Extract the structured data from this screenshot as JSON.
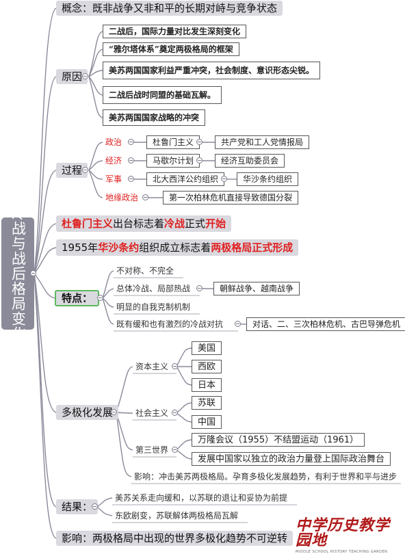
{
  "root": "冷战与战后格局变化",
  "concept": "概念：既非战争又非和平的长期对峙与竞争状态",
  "causes": {
    "label": "原因",
    "items": [
      "二战后，国际力量对比发生深刻变化",
      "“雅尔塔体系”奠定两极格局的框架",
      "美苏两国国家利益严重冲突，社会制度、意识形态尖锐。",
      "二战后战时同盟的基础瓦解。",
      "美苏两国国家战略的冲突"
    ]
  },
  "process": {
    "label": "过程",
    "rows": [
      {
        "cat": "政治",
        "a": "杜鲁门主义",
        "b": "共产党和工人党情报局"
      },
      {
        "cat": "经济",
        "a": "马歇尔计划",
        "b": "经济互助委员会"
      },
      {
        "cat": "军事",
        "a": "北大西洋公约组织",
        "b": "华沙条约组织"
      },
      {
        "cat": "地缘政治",
        "a": "第一次柏林危机直接导致德国分裂",
        "b": ""
      }
    ]
  },
  "truman": {
    "p1": "杜鲁门主义",
    "p2": "出台标志着",
    "p3": "冷战",
    "p4": "正式",
    "p5": "开始"
  },
  "warsaw": {
    "p1": "1955年",
    "p2": "华沙条约",
    "p3": "组织成立标志着",
    "p4": "两极格局正式形成"
  },
  "features": {
    "label": "特点：",
    "items": [
      {
        "text": "不对称、不完全",
        "sub": ""
      },
      {
        "text": "总体冷战、局部热战",
        "sub": "朝鲜战争、越南战争"
      },
      {
        "text": "明显的自我克制机制",
        "sub": ""
      },
      {
        "text": "既有缓和也有激烈的冷战对抗",
        "sub": "对话、二、三次柏林危机、古巴导弹危机"
      }
    ]
  },
  "multipolar": {
    "label": "多极化发展",
    "capitalism": {
      "label": "资本主义",
      "items": [
        "美国",
        "西欧",
        "日本"
      ]
    },
    "socialism": {
      "label": "社会主义",
      "items": [
        "苏联",
        "中国"
      ]
    },
    "third": {
      "label": "第三世界",
      "items": [
        "万隆会议（1955）不结盟运动（1961）",
        "发展中国家以独立的政治力量登上国际政治舞台"
      ]
    },
    "impact": "影响：冲击美苏两极格局。孕育多极化发展趋势，有利于世界和平与进步"
  },
  "result": {
    "label": "结果：",
    "items": [
      "美苏关系走向缓和，以苏联的退让和妥协为前提",
      "东欧剧变，苏联解体两极格局瓦解"
    ]
  },
  "influence": "影响：两极格局中出现的世界多极化趋势不可逆转",
  "logo": {
    "main": "中学历史教学园地",
    "sub": "MIDDLE SCHOOL HISTORY TEACHING GARDEN"
  }
}
